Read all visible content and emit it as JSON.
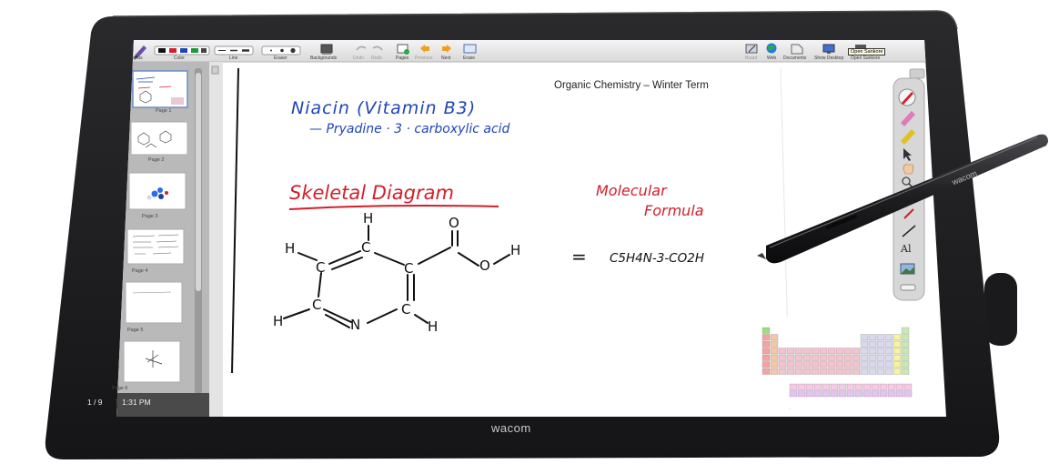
{
  "toolbar": {
    "left": [
      "Stylus",
      "Color",
      "Line",
      "Eraser",
      "Backgrounds",
      "Undo",
      "Redo",
      "Pages",
      "Previous",
      "Next",
      "Erase"
    ],
    "right": [
      "Board",
      "Web",
      "Documents",
      "Show Desktop",
      "Open Sankore"
    ],
    "tooltip": "Open Sankore"
  },
  "page_header": "Organic Chemistry – Winter Term",
  "notes": {
    "title": "Niacin (Vitamin B3)",
    "subtitle": "— Pryadine · 3 · carboxylic acid",
    "skeletal_heading": "Skeletal Diagram",
    "molecular_heading_line1": "Molecular",
    "molecular_heading_line2": "Formula",
    "equals": "=",
    "formula": "C5H4N-3-CO2H"
  },
  "atoms": {
    "h": "H",
    "c": "C",
    "n": "N",
    "o": "O"
  },
  "pages": [
    {
      "label": "Page 1"
    },
    {
      "label": "Page 2"
    },
    {
      "label": "Page 3"
    },
    {
      "label": "Page 4"
    },
    {
      "label": "Page 5"
    },
    {
      "label": "Page 6"
    }
  ],
  "status": {
    "page_counter": "1 / 9",
    "time": "1:31 PM"
  },
  "tools": [
    "pen-icon",
    "marker-icon",
    "highlighter-icon",
    "pointer-icon",
    "hand-icon",
    "zoom-icon",
    "laser-icon",
    "line-icon",
    "text-icon",
    "capture-icon",
    "minimize-icon"
  ],
  "text_tool_label": "Al",
  "device_brand": "wacom",
  "pen_brand": "wacom",
  "colors": {
    "bezel": "#1c1c1e",
    "toolbar": "#e9e9e9",
    "ink_blue": "#1f44b8",
    "ink_red": "#d21f2b"
  }
}
